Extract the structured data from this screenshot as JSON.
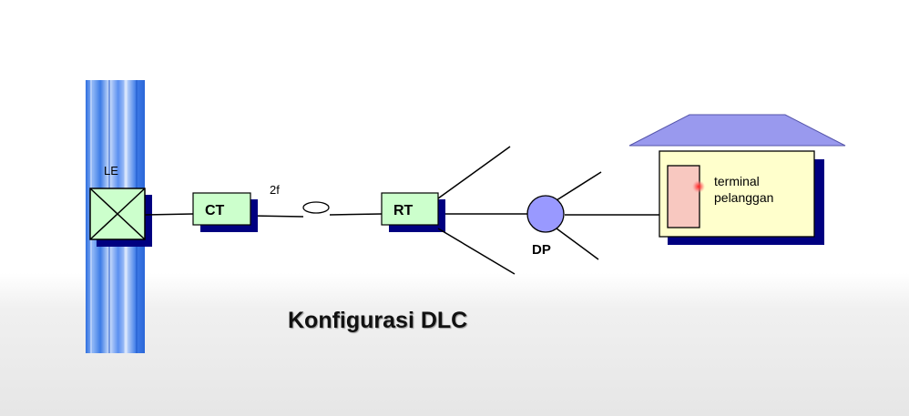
{
  "diagram": {
    "title": "Konfigurasi DLC",
    "nodes": {
      "le": "LE",
      "ct": "CT",
      "fiber": "2f",
      "rt": "RT",
      "dp": "DP",
      "terminal_line1": "terminal",
      "terminal_line2": "pelanggan"
    }
  },
  "colors": {
    "exchange_column": "#3a78e0",
    "box_fill": "#ccffcc",
    "box_shadow": "#000080",
    "dp_fill": "#9999ff",
    "roof": "#9999ee",
    "house_wall": "#ffffcc",
    "terminal_fill": "#f8c8c0"
  }
}
